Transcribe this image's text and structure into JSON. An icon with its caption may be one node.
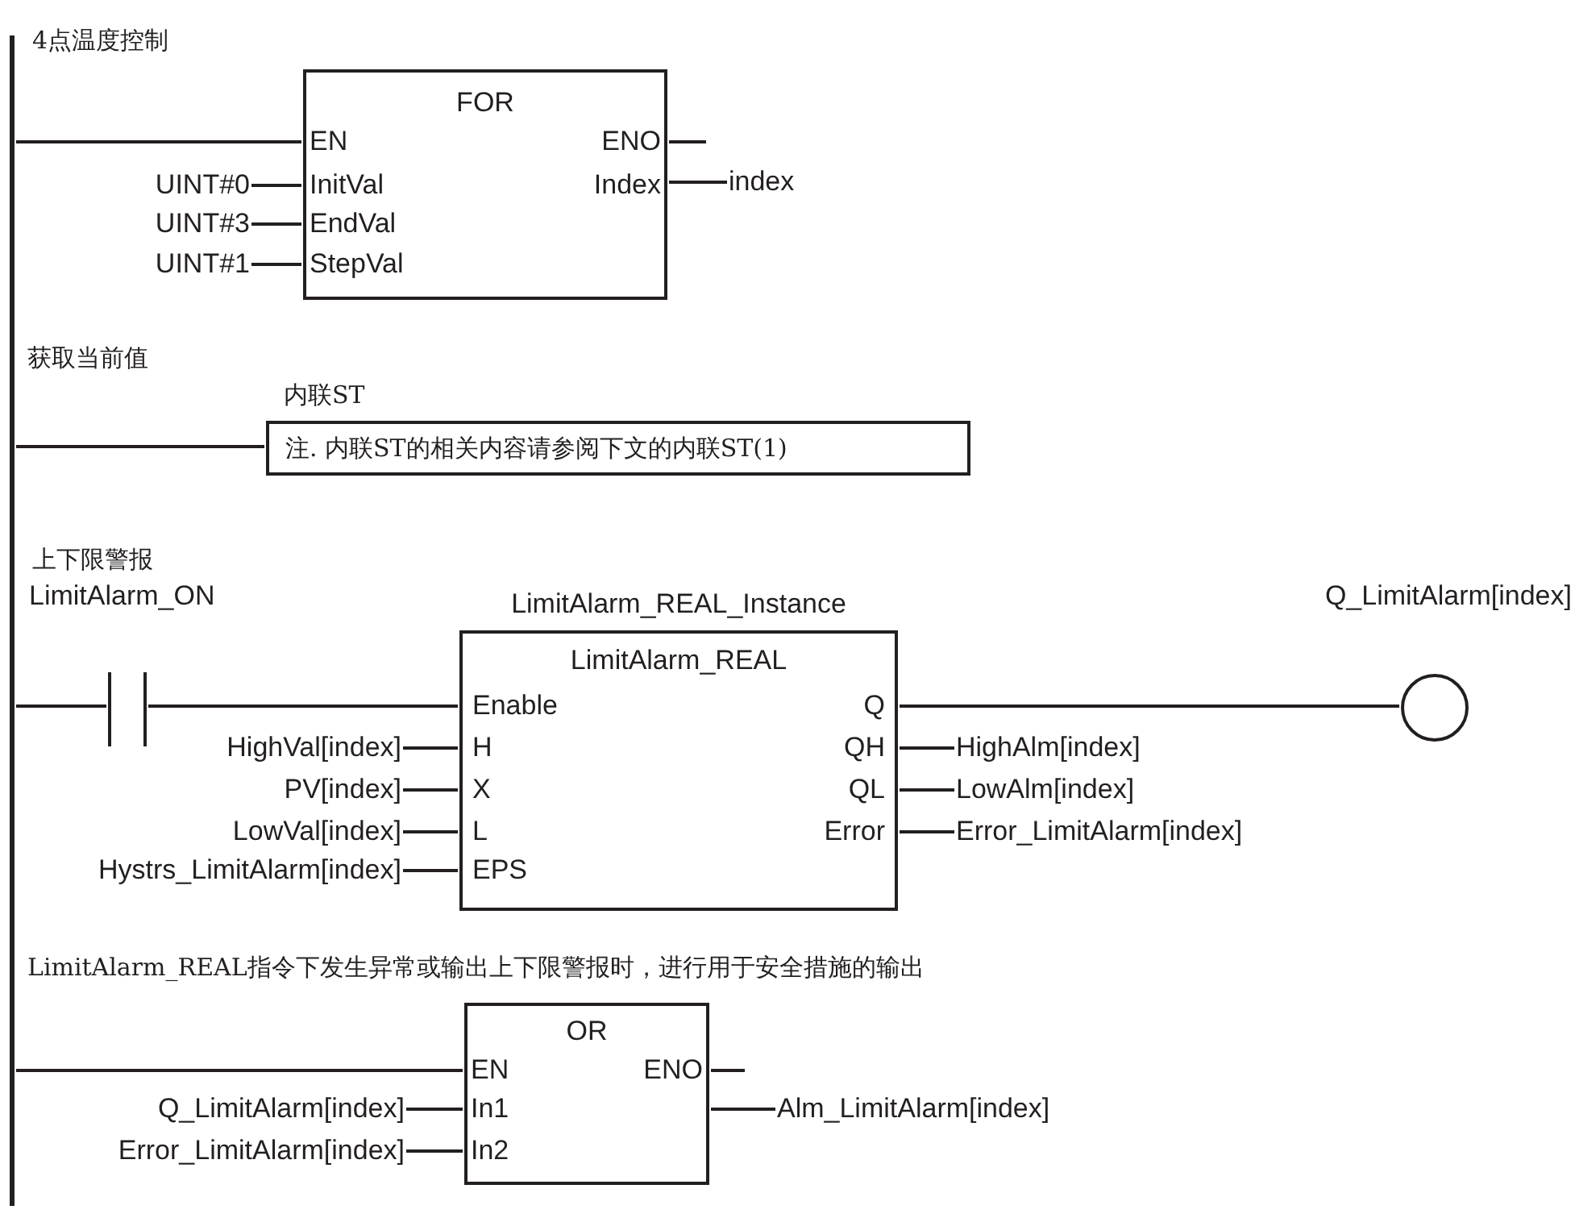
{
  "diagram": {
    "nodes": [
      {
        "text": [],
        "shape": "bar"
      },
      {
        "text": [
          "FOR",
          "EN",
          "ENO",
          "InitVal",
          "Index",
          "EndVal",
          "StepVal"
        ]
      },
      {
        "text": [
          "UINT#0"
        ]
      },
      {
        "text": [
          "UINT#3"
        ]
      },
      {
        "text": [
          "UINT#1"
        ]
      },
      {
        "text": [
          "index"
        ]
      },
      {
        "text": [
          "内联ST",
          "注. 内联ST的相关内容请参阅下文的内联ST(1)"
        ]
      },
      {
        "text": [
          "LimitAlarm_ON"
        ]
      },
      {
        "text": [
          "LimitAlarm_REAL_Instance",
          "LimitAlarm_REAL",
          "Enable",
          "Q",
          "H",
          "QH",
          "X",
          "QL",
          "L",
          "Error",
          "EPS"
        ]
      },
      {
        "text": [
          "HighVal[index]"
        ]
      },
      {
        "text": [
          "PV[index]"
        ]
      },
      {
        "text": [
          "LowVal[index]"
        ]
      },
      {
        "text": [
          "Hystrs_LimitAlarm[index]"
        ]
      },
      {
        "text": [
          "Q_LimitAlarm[index]"
        ]
      },
      {
        "text": [
          "HighAlm[index]"
        ]
      },
      {
        "text": [
          "LowAlm[index]"
        ]
      },
      {
        "text": [
          "Error_LimitAlarm[index]"
        ]
      },
      {
        "text": [
          "OR",
          "EN",
          "ENO",
          "In1",
          "In2"
        ]
      },
      {
        "text": [
          "Q_LimitAlarm[index]"
        ]
      },
      {
        "text": [
          "Error_LimitAlarm[index]"
        ]
      },
      {
        "text": [
          "Alm_LimitAlarm[index]"
        ]
      }
    ],
    "edges": [
      {
        "from": 0,
        "to": 1,
        "arrow": "none"
      },
      {
        "from": 2,
        "to": 1,
        "arrow": "none"
      },
      {
        "from": 3,
        "to": 1,
        "arrow": "none"
      },
      {
        "from": 4,
        "to": 1,
        "arrow": "none"
      },
      {
        "from": 1,
        "to": null,
        "arrow": "none"
      },
      {
        "from": 1,
        "to": 5,
        "arrow": "none"
      },
      {
        "from": 0,
        "to": 6,
        "arrow": "none"
      },
      {
        "from": 0,
        "to": 7,
        "arrow": "none"
      },
      {
        "from": 7,
        "to": 8,
        "arrow": "none"
      },
      {
        "from": 9,
        "to": 8,
        "arrow": "none"
      },
      {
        "from": 10,
        "to": 8,
        "arrow": "none"
      },
      {
        "from": 11,
        "to": 8,
        "arrow": "none"
      },
      {
        "from": 12,
        "to": 8,
        "arrow": "none"
      },
      {
        "from": 8,
        "to": 13,
        "arrow": "none"
      },
      {
        "from": 8,
        "to": 14,
        "arrow": "none"
      },
      {
        "from": 8,
        "to": 15,
        "arrow": "none"
      },
      {
        "from": 8,
        "to": 16,
        "arrow": "none"
      },
      {
        "from": 0,
        "to": 17,
        "arrow": "none"
      },
      {
        "from": 18,
        "to": 17,
        "arrow": "none"
      },
      {
        "from": 19,
        "to": 17,
        "arrow": "none"
      },
      {
        "from": 17,
        "to": null,
        "arrow": "none"
      },
      {
        "from": 17,
        "to": 20,
        "arrow": "none"
      }
    ],
    "labels": [
      "4点温度控制",
      "获取当前值",
      "上下限警报",
      "LimitAlarm_REAL指令下发生异常或输出上下限警报时，进行用于安全措施的输出"
    ]
  }
}
